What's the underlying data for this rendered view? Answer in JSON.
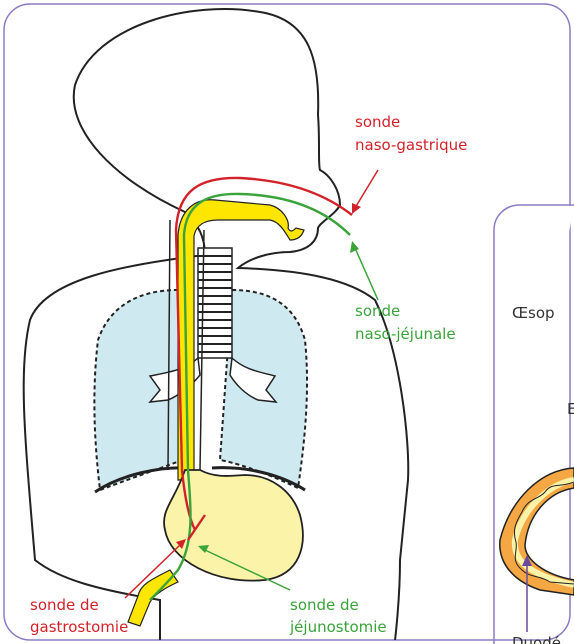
{
  "labels": {
    "naso_gastrique": [
      "sonde",
      "naso-gastrique"
    ],
    "naso_jejunale": [
      "sonde",
      "naso-jéjunale"
    ],
    "gastrostomie": [
      "sonde de",
      "gastrostomie"
    ],
    "jejunostomie": [
      "sonde de",
      "jéjunostomie"
    ],
    "oesophage_partial": "Œsop",
    "estomac_partial": "E",
    "duodenum_partial": "Duodé"
  },
  "colors": {
    "gastric_tube": "#d2232a",
    "jejunal_tube": "#3aa33a",
    "airway_yellow": "#ffe600",
    "lung_blue": "#cfe9f1",
    "stomach_yellow": "#fbf3a8",
    "panel_border": "#8b7bc4",
    "body_outline": "#222222"
  }
}
